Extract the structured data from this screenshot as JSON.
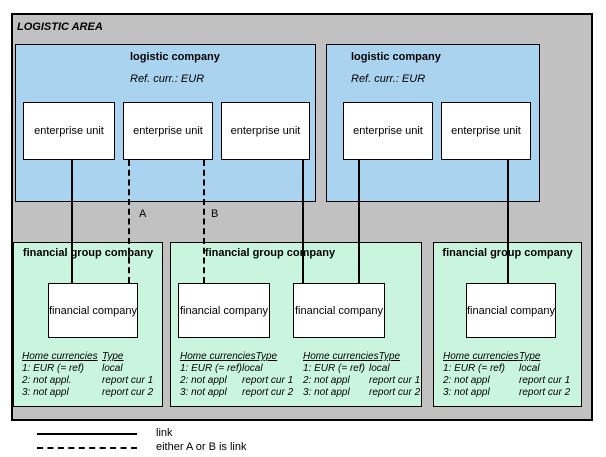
{
  "area": {
    "title": "LOGISTIC AREA"
  },
  "logistic_companies": [
    {
      "title": "logistic company",
      "ref_currency": "Ref. curr.: EUR",
      "units": [
        "enterprise unit",
        "enterprise unit",
        "enterprise unit"
      ]
    },
    {
      "title": "logistic company",
      "ref_currency": "Ref. curr.: EUR",
      "units": [
        "enterprise unit",
        "enterprise unit"
      ]
    }
  ],
  "link_labels": {
    "a": "A",
    "b": "B"
  },
  "financial_groups": [
    {
      "title": "financial group company",
      "companies": [
        {
          "label": "financial company",
          "table": {
            "headers": [
              "Home currencies",
              "Type"
            ],
            "rows": [
              [
                "1: EUR (= ref)",
                "local"
              ],
              [
                "2: not appl.",
                "report cur 1"
              ],
              [
                "3: not appl",
                "report cur 2"
              ]
            ]
          }
        }
      ]
    },
    {
      "title": "financial group company",
      "companies": [
        {
          "label": "financial company",
          "table": {
            "headers": [
              "Home currencies",
              "Type"
            ],
            "rows": [
              [
                "1: EUR (= ref)",
                "local"
              ],
              [
                "2: not appl",
                "report cur 1"
              ],
              [
                "3: not appl",
                "report cur 2"
              ]
            ]
          }
        },
        {
          "label": "financial company",
          "table": {
            "headers": [
              "Home currencies",
              "Type"
            ],
            "rows": [
              [
                "1: EUR (= ref)",
                "local"
              ],
              [
                "2: not appl",
                "report cur 1"
              ],
              [
                "3: not appl",
                "report cur 2"
              ]
            ]
          }
        }
      ]
    },
    {
      "title": "financial group company",
      "companies": [
        {
          "label": "financial company",
          "table": {
            "headers": [
              "Home currencies",
              "Type"
            ],
            "rows": [
              [
                "1: EUR (= ref)",
                "local"
              ],
              [
                "2: not appl",
                "report cur 1"
              ],
              [
                "3: not appl",
                "report cur 2"
              ]
            ]
          }
        }
      ]
    }
  ],
  "legend": {
    "solid_label": "link",
    "dashed_label": "either A or B is link"
  },
  "colors": {
    "area_bg": "#c1c1c1",
    "logistic_bg": "#a9d3ee",
    "financial_bg": "#c9f4de",
    "box_bg": "#ffffff",
    "border": "#000000"
  }
}
